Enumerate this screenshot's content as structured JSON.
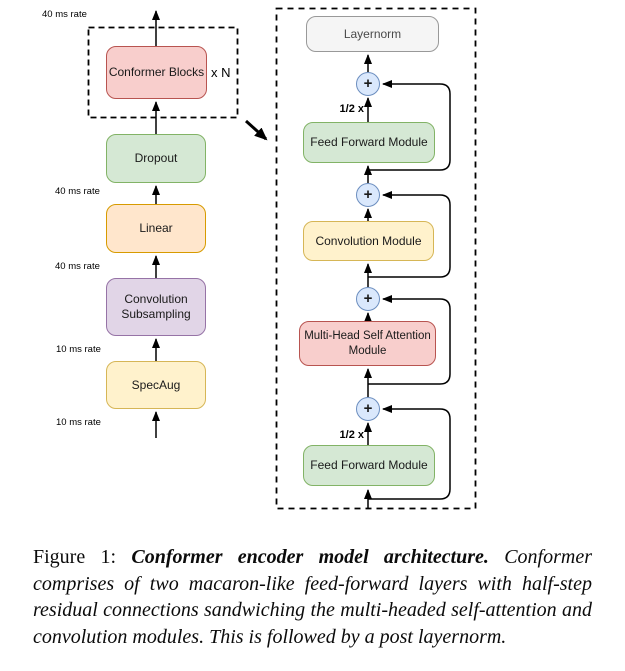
{
  "colors": {
    "red_fill": "#f8cecc",
    "red_stroke": "#b85450",
    "green_fill": "#d5e8d4",
    "green_stroke": "#82b366",
    "orange_fill": "#ffe6cc",
    "orange_stroke": "#d79b00",
    "purple_fill": "#e1d5e7",
    "purple_stroke": "#9673a6",
    "yellow_fill": "#fff2cc",
    "yellow_stroke": "#d6b656",
    "gray_fill": "#f5f5f5",
    "gray_stroke": "#999999",
    "blue_fill": "#dae8fc",
    "blue_stroke": "#6c8ebf"
  },
  "encoder_pipeline": {
    "output_rate_label": "40 ms rate",
    "conformer_blocks": {
      "label": "Conformer Blocks",
      "repeat": "x N"
    },
    "dropout": {
      "label": "Dropout"
    },
    "rate_after_linear": "40 ms rate",
    "linear": {
      "label": "Linear"
    },
    "rate_after_subsampling": "40 ms rate",
    "convolution_subsampling": {
      "label": "Convolution\nSubsampling"
    },
    "rate_after_specaug": "10 ms rate",
    "specaug": {
      "label": "SpecAug"
    },
    "input_rate_label": "10 ms rate"
  },
  "conformer_block_detail": {
    "layernorm": "Layernorm",
    "feed_forward_top": "Feed Forward Module",
    "convolution_module": "Convolution Module",
    "mhsa": "Multi-Head Self Attention\nModule",
    "feed_forward_bottom": "Feed Forward Module",
    "plus": "+",
    "half_step_top": "1/2 x",
    "half_step_bottom": "1/2 x"
  },
  "caption": {
    "figure_label": "Figure 1: ",
    "title": "Conformer encoder model architecture.",
    "body": " Conformer comprises of two macaron-like feed-forward layers with half-step residual connections sandwiching the multi-headed self-attention and convolution modules. This is followed by a post layernorm."
  }
}
